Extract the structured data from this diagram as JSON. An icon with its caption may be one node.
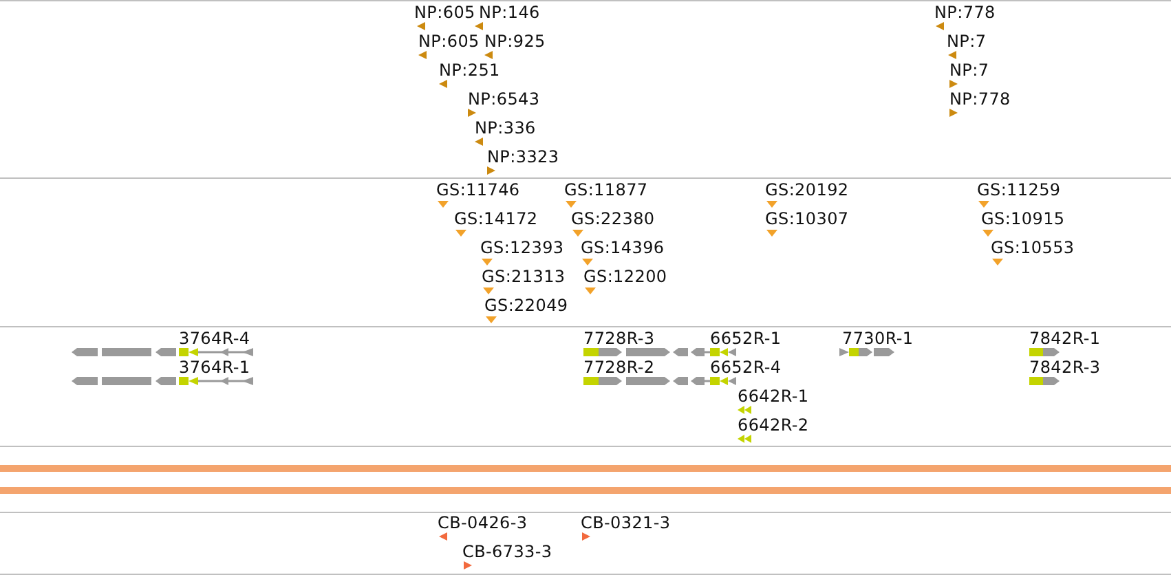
{
  "diagram": {
    "labels": [
      "NP:605",
      "NP:146",
      "NP:778",
      "NP:605",
      "NP:925",
      "NP:7",
      "NP:251",
      "NP:7",
      "NP:6543",
      "NP:778",
      "NP:336",
      "NP:3323",
      "GS:11746",
      "GS:11877",
      "GS:20192",
      "GS:11259",
      "GS:14172",
      "GS:22380",
      "GS:10307",
      "GS:10915",
      "GS:12393",
      "GS:14396",
      "GS:10553",
      "GS:21313",
      "GS:12200",
      "GS:22049",
      "3764R-4",
      "7728R-3",
      "6652R-1",
      "7730R-1",
      "7842R-1",
      "3764R-1",
      "7728R-2",
      "6652R-4",
      "7842R-3",
      "6642R-1",
      "6642R-2",
      "CB-0426-3",
      "CB-0321-3",
      "CB-6733-3"
    ]
  }
}
